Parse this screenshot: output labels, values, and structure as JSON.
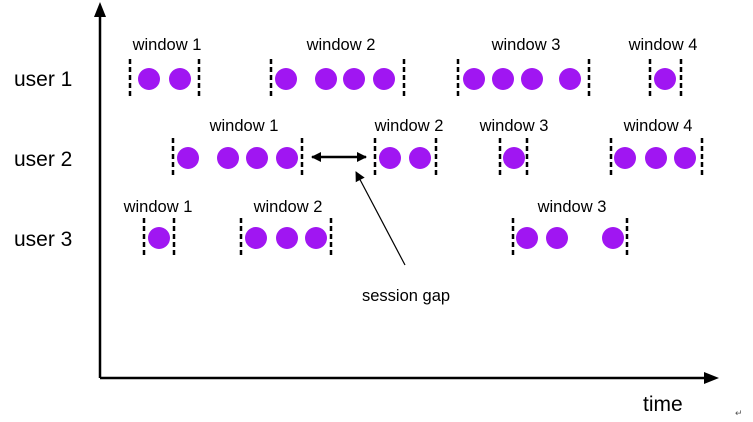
{
  "colors": {
    "event": "#a016f2",
    "line": "#000000",
    "background": "#ffffff"
  },
  "axis": {
    "x_label": "time"
  },
  "annotation": {
    "label": "session gap"
  },
  "corner_mark": "↵",
  "users": [
    {
      "label": "user 1",
      "windows": [
        {
          "label": "window 1",
          "events": 2
        },
        {
          "label": "window 2",
          "events": 4
        },
        {
          "label": "window 3",
          "events": 4
        },
        {
          "label": "window 4",
          "events": 1
        }
      ]
    },
    {
      "label": "user 2",
      "windows": [
        {
          "label": "window 1",
          "events": 4
        },
        {
          "label": "window 2",
          "events": 2
        },
        {
          "label": "window 3",
          "events": 1
        },
        {
          "label": "window 4",
          "events": 3
        }
      ]
    },
    {
      "label": "user 3",
      "windows": [
        {
          "label": "window 1",
          "events": 1
        },
        {
          "label": "window 2",
          "events": 3
        },
        {
          "label": "window 3",
          "events": 3
        }
      ]
    }
  ]
}
